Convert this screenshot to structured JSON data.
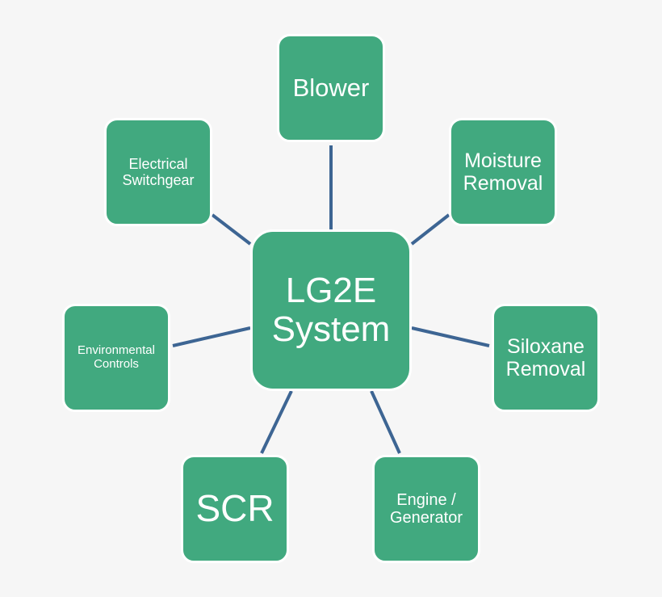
{
  "diagram": {
    "colors": {
      "background": "#f6f6f6",
      "node_fill": "#41a97f",
      "node_border": "#ffffff",
      "text": "#ffffff",
      "connector": "#3d6593"
    },
    "center": {
      "label": "LG2E\nSystem"
    },
    "nodes": [
      {
        "id": "blower",
        "label": "Blower"
      },
      {
        "id": "moisture-removal",
        "label": "Moisture\nRemoval"
      },
      {
        "id": "siloxane-removal",
        "label": "Siloxane\nRemoval"
      },
      {
        "id": "engine-generator",
        "label": "Engine /\nGenerator"
      },
      {
        "id": "scr",
        "label": "SCR"
      },
      {
        "id": "environmental-controls",
        "label": "Environmental\nControls"
      },
      {
        "id": "electrical-switchgear",
        "label": "Electrical\nSwitchgear"
      }
    ]
  }
}
